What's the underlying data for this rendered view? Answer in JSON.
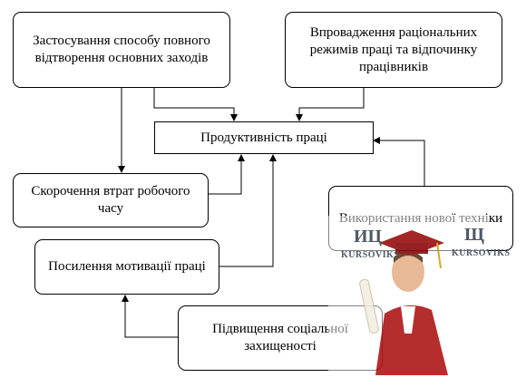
{
  "diagram": {
    "nodes": [
      {
        "id": "n1",
        "label": "Застосування способу повного відтворення основних заходів"
      },
      {
        "id": "n2",
        "label": "Впровадження раціональних режимів праці та відпочинку працівників"
      },
      {
        "id": "center",
        "label": "Продуктивність праці"
      },
      {
        "id": "n3",
        "label": "Скорочення втрат робочого часу"
      },
      {
        "id": "n4",
        "label": "Використання нової техніки"
      },
      {
        "id": "n5",
        "label": "Посилення мотивації праці"
      },
      {
        "id": "n6",
        "label": "Підвищення соціальної захищеності"
      }
    ],
    "edges": [
      {
        "from": "n1",
        "to": "center"
      },
      {
        "from": "n1",
        "to": "n3"
      },
      {
        "from": "n2",
        "to": "center"
      },
      {
        "from": "n3",
        "to": "center"
      },
      {
        "from": "n5",
        "to": "center"
      },
      {
        "from": "n4",
        "to": "center"
      },
      {
        "from": "n6",
        "to": "n5"
      }
    ]
  },
  "watermark": {
    "left_big": "ИЦ",
    "left_small": "KURSOVIKS",
    "right_big": "Щ",
    "right_small": "KURSOVIKS"
  }
}
